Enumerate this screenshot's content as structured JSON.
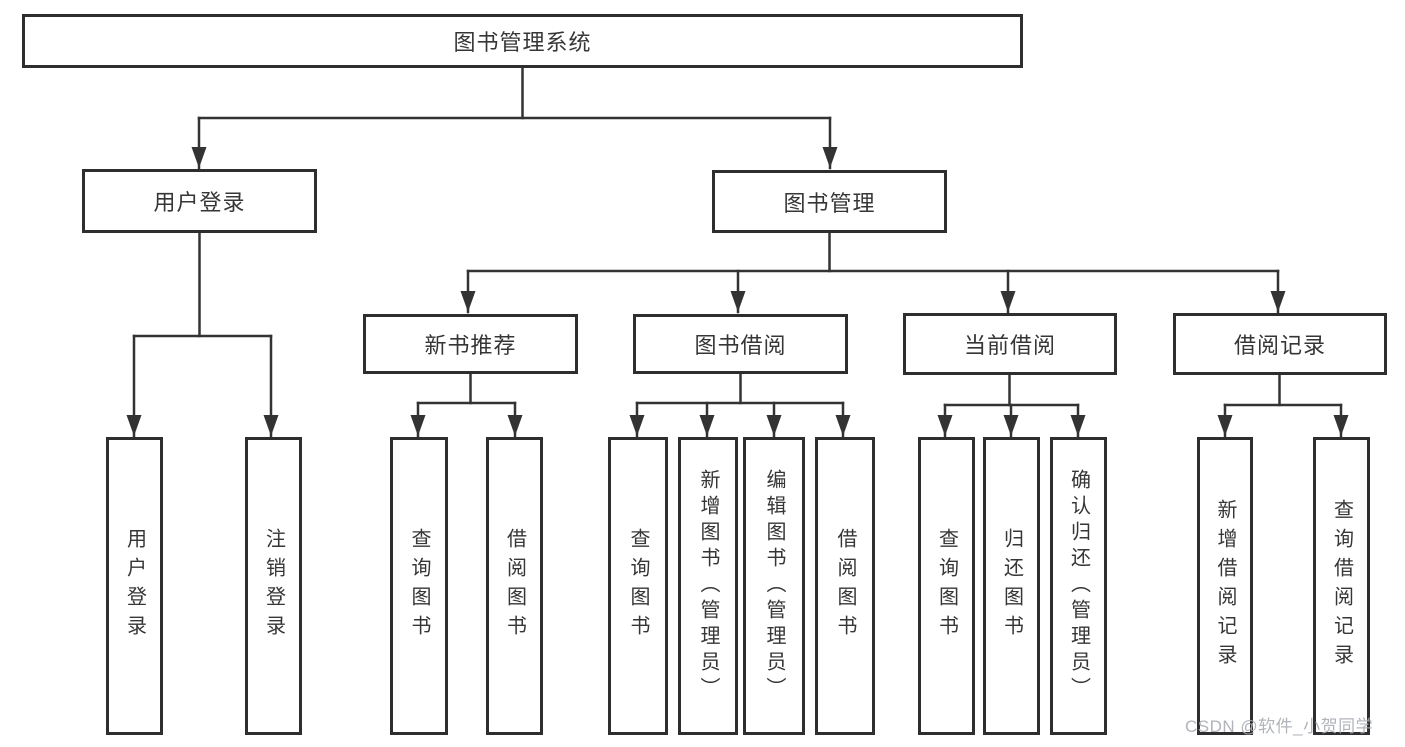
{
  "diagram": {
    "root": {
      "label": "图书管理系统"
    },
    "branches": [
      {
        "label": "用户登录",
        "children": [
          {
            "label": "用户登录"
          },
          {
            "label": "注销登录"
          }
        ]
      },
      {
        "label": "图书管理",
        "children": [
          {
            "label": "新书推荐",
            "children": [
              {
                "label": "查询图书"
              },
              {
                "label": "借阅图书"
              }
            ]
          },
          {
            "label": "图书借阅",
            "children": [
              {
                "label": "查询图书"
              },
              {
                "label": "新增图书（管理员）"
              },
              {
                "label": "编辑图书（管理员）"
              },
              {
                "label": "借阅图书"
              }
            ]
          },
          {
            "label": "当前借阅",
            "children": [
              {
                "label": "查询图书"
              },
              {
                "label": "归还图书"
              },
              {
                "label": "确认归还（管理员）"
              }
            ]
          },
          {
            "label": "借阅记录",
            "children": [
              {
                "label": "新增借阅记录"
              },
              {
                "label": "查询借阅记录"
              }
            ]
          }
        ]
      }
    ]
  },
  "watermark": {
    "text": "CSDN @软件_小贺同学"
  },
  "colors": {
    "background": "#ffffff",
    "box_border": "#2e2e2e",
    "connector_line": "#333333",
    "node_text": "#363636",
    "watermark_text": "#a9acb4"
  }
}
